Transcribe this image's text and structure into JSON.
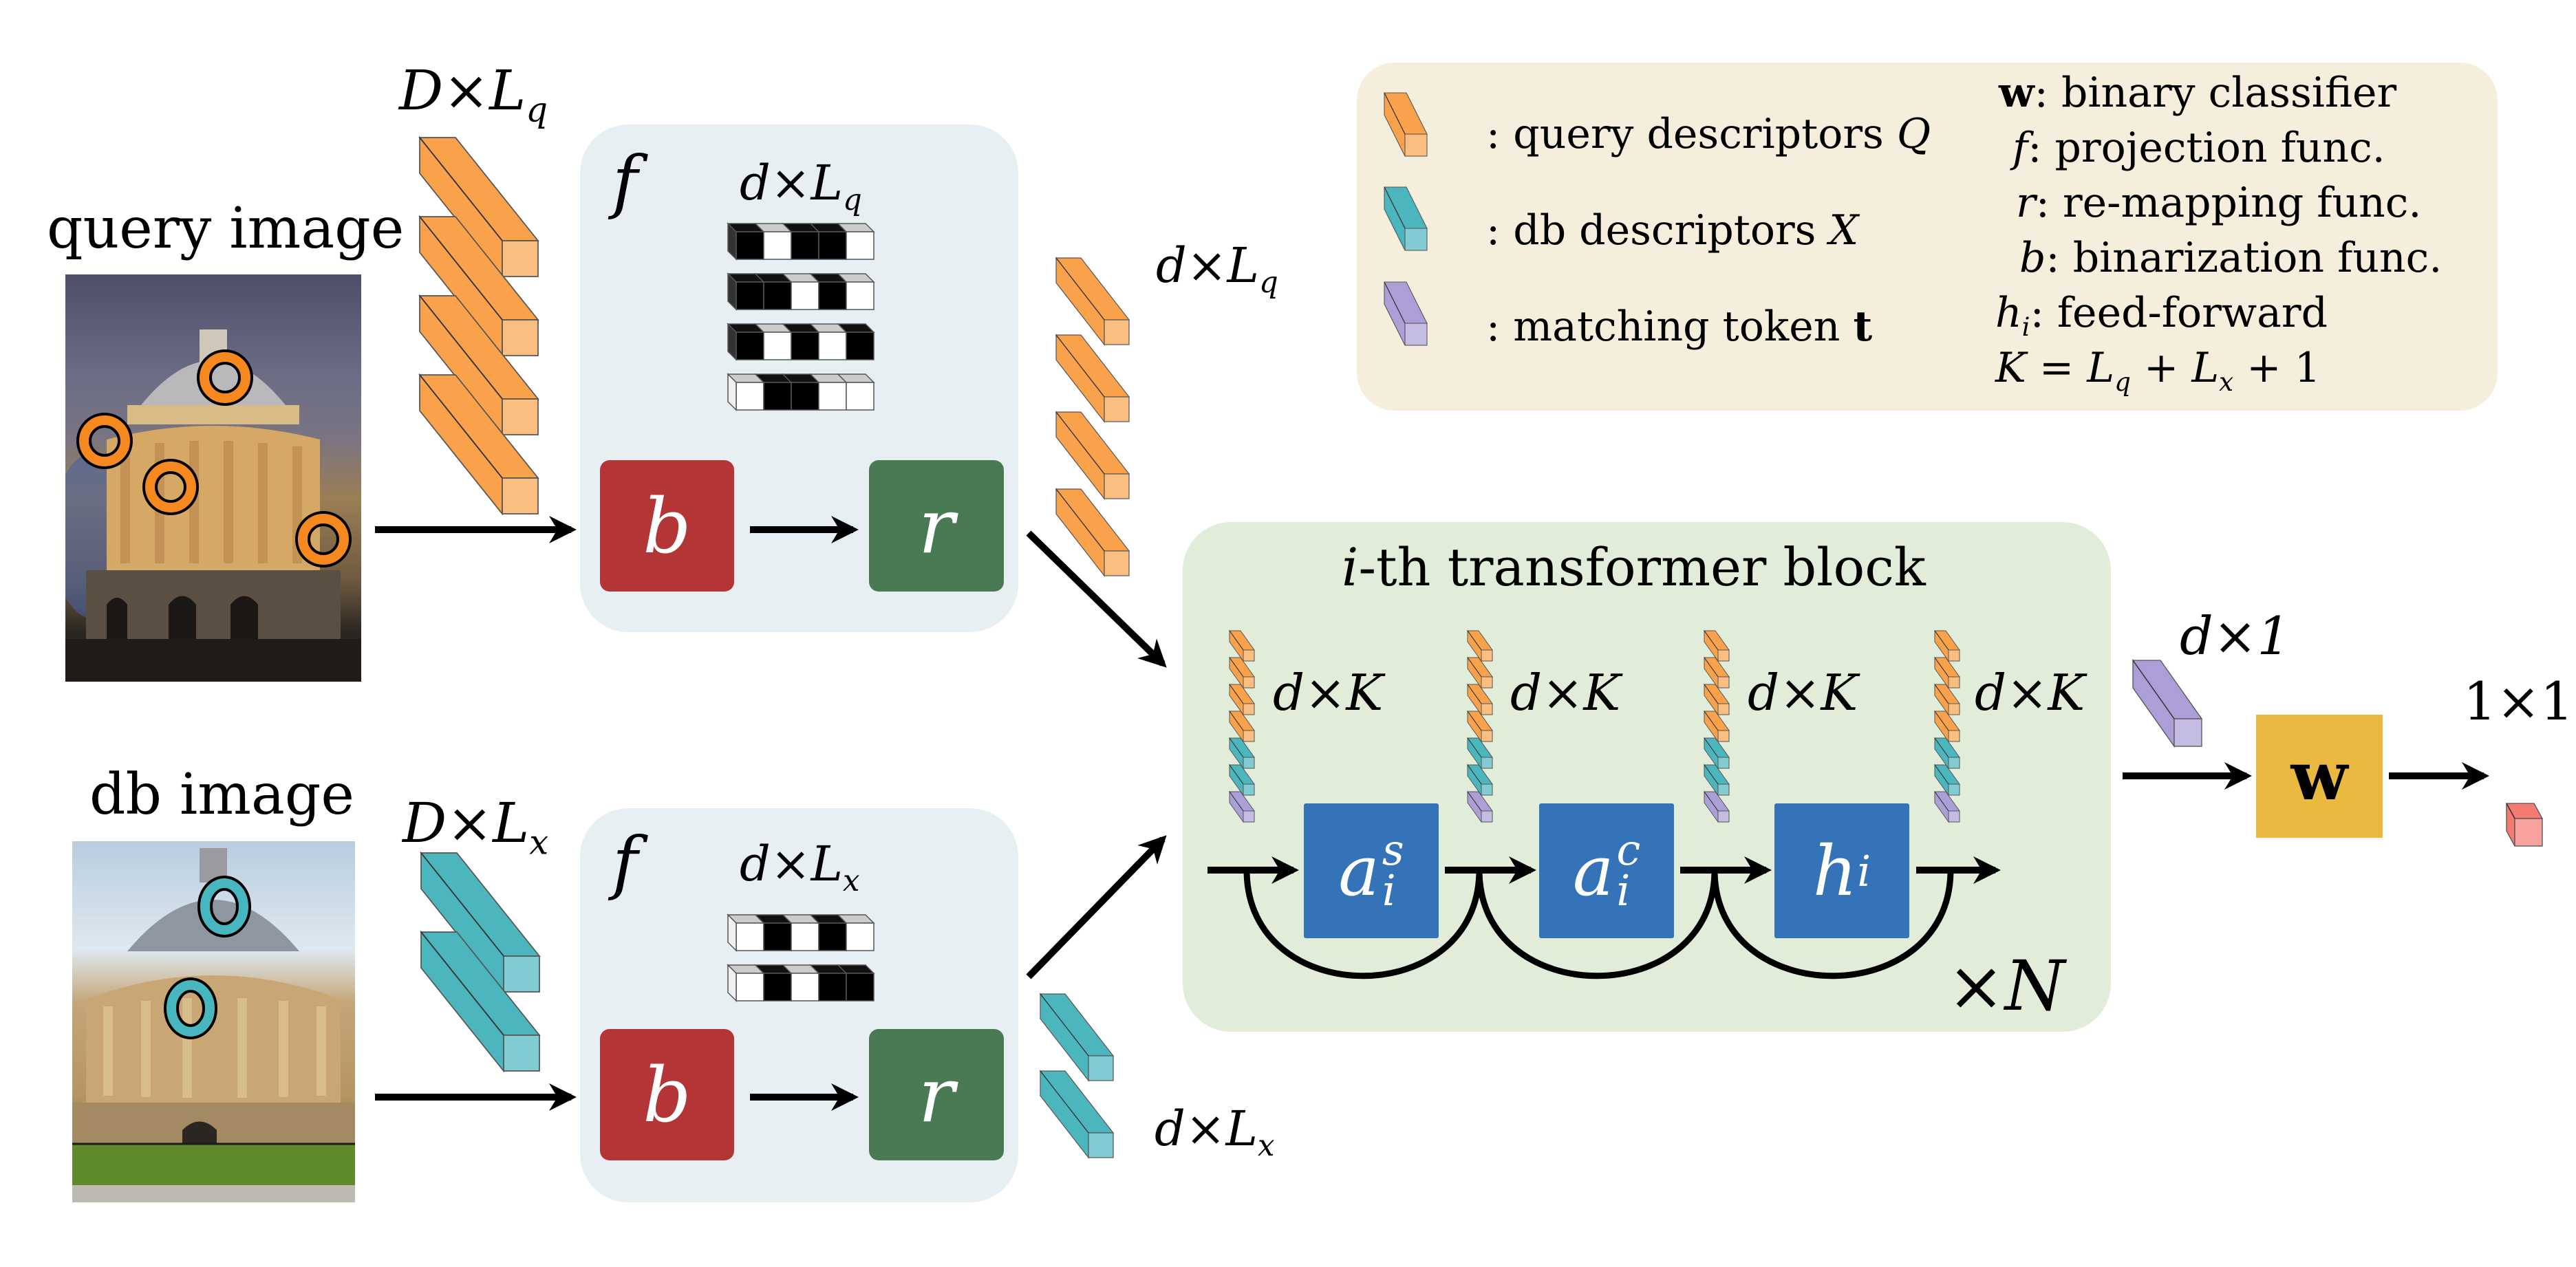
{
  "query": {
    "title": "query image",
    "raw_label": {
      "main": "D×L",
      "sub": "q"
    },
    "proj_label": {
      "main": "d×L",
      "sub": "q"
    },
    "out_label": {
      "main": "d×L",
      "sub": "q"
    },
    "num_descriptors": 4,
    "binary_codes": [
      [
        1,
        0,
        1,
        1,
        0
      ],
      [
        1,
        1,
        0,
        1,
        0
      ],
      [
        1,
        0,
        1,
        0,
        1
      ],
      [
        0,
        1,
        1,
        0,
        0
      ]
    ],
    "keypoint_color": "#f5891f"
  },
  "db": {
    "title": "db image",
    "raw_label": {
      "main": "D×L",
      "sub": "x"
    },
    "proj_label": {
      "main": "d×L",
      "sub": "x"
    },
    "out_label": {
      "main": "d×L",
      "sub": "x"
    },
    "num_descriptors": 2,
    "binary_codes": [
      [
        0,
        1,
        0,
        1,
        0
      ],
      [
        0,
        1,
        0,
        1,
        1
      ]
    ],
    "keypoint_color": "#48b6bf"
  },
  "projection": {
    "f_label": "f",
    "b_label": "b",
    "r_label": "r"
  },
  "transformer": {
    "title_var": "i",
    "title_text": "-th transformer block",
    "stack_label": "d×K",
    "blocks": [
      {
        "main": "a",
        "sup": "s",
        "sub": "i"
      },
      {
        "main": "a",
        "sup": "c",
        "sub": "i"
      },
      {
        "main": "h",
        "sup": "",
        "sub": "i"
      }
    ],
    "repeat_label": "×N"
  },
  "output": {
    "token_label": "d×1",
    "classifier_label": "w",
    "score_label": "1×1"
  },
  "legend": {
    "items": [
      {
        "text": ": query descriptors ",
        "var": "Q",
        "color": "query"
      },
      {
        "text": ": db descriptors ",
        "var": "X",
        "color": "db"
      },
      {
        "text": ": matching token ",
        "var": "t",
        "color": "token"
      }
    ],
    "definitions": [
      {
        "sym": "w",
        "text": ": binary classifier"
      },
      {
        "sym": "f",
        "text": ": projection func."
      },
      {
        "sym": "r",
        "text": ": re-mapping func."
      },
      {
        "sym": "b",
        "text": ": binarization func."
      },
      {
        "sym": "h",
        "sym_sub": "i",
        "text": ": feed-forward"
      }
    ],
    "formula": {
      "lhs": "K",
      "eq": " = ",
      "L1": "L",
      "s1": "q",
      "plus1": " + ",
      "L2": "L",
      "s2": "x",
      "plus2": " + 1"
    }
  },
  "colors": {
    "query_descriptor": "#f9a24b",
    "db_descriptor": "#4bb6be",
    "matching_token": "#ac9fd8",
    "binarization": "#b33536",
    "remapping": "#4a7a53",
    "attention_block": "#3473b7",
    "classifier": "#e9b940",
    "score": "#f47a72",
    "f_panel": "#e8eff3",
    "transformer_panel": "#e2edd9",
    "legend_panel": "#f5eedc"
  }
}
